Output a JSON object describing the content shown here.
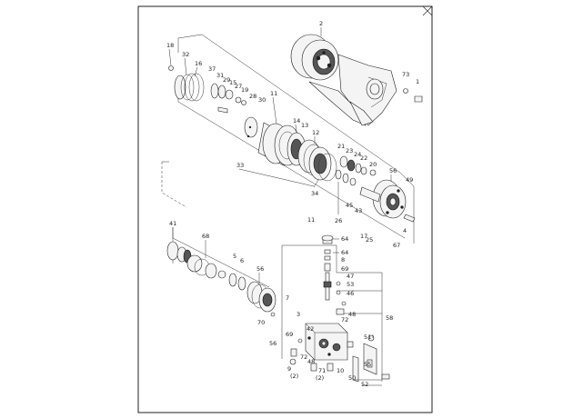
{
  "diagram": {
    "type": "exploded-parts-view",
    "callouts_upper": [
      "2",
      "18",
      "32",
      "16",
      "37",
      "31",
      "29",
      "15",
      "27",
      "19",
      "28",
      "30",
      "11",
      "14",
      "13",
      "12",
      "21",
      "23",
      "24",
      "22",
      "20",
      "56",
      "49",
      "73",
      "1",
      "33",
      "34",
      "26",
      "45",
      "43",
      "17",
      "25",
      "4",
      "67",
      "11"
    ],
    "callouts_lower": [
      "41",
      "68",
      "5",
      "6",
      "56",
      "70",
      "64",
      "64",
      "8",
      "69",
      "47",
      "53",
      "46",
      "7",
      "3",
      "48",
      "72",
      "42",
      "69",
      "56",
      "58",
      "51",
      "9",
      "72",
      "(2)",
      "48",
      "71",
      "(2)",
      "10",
      "55",
      "50",
      "52"
    ]
  }
}
